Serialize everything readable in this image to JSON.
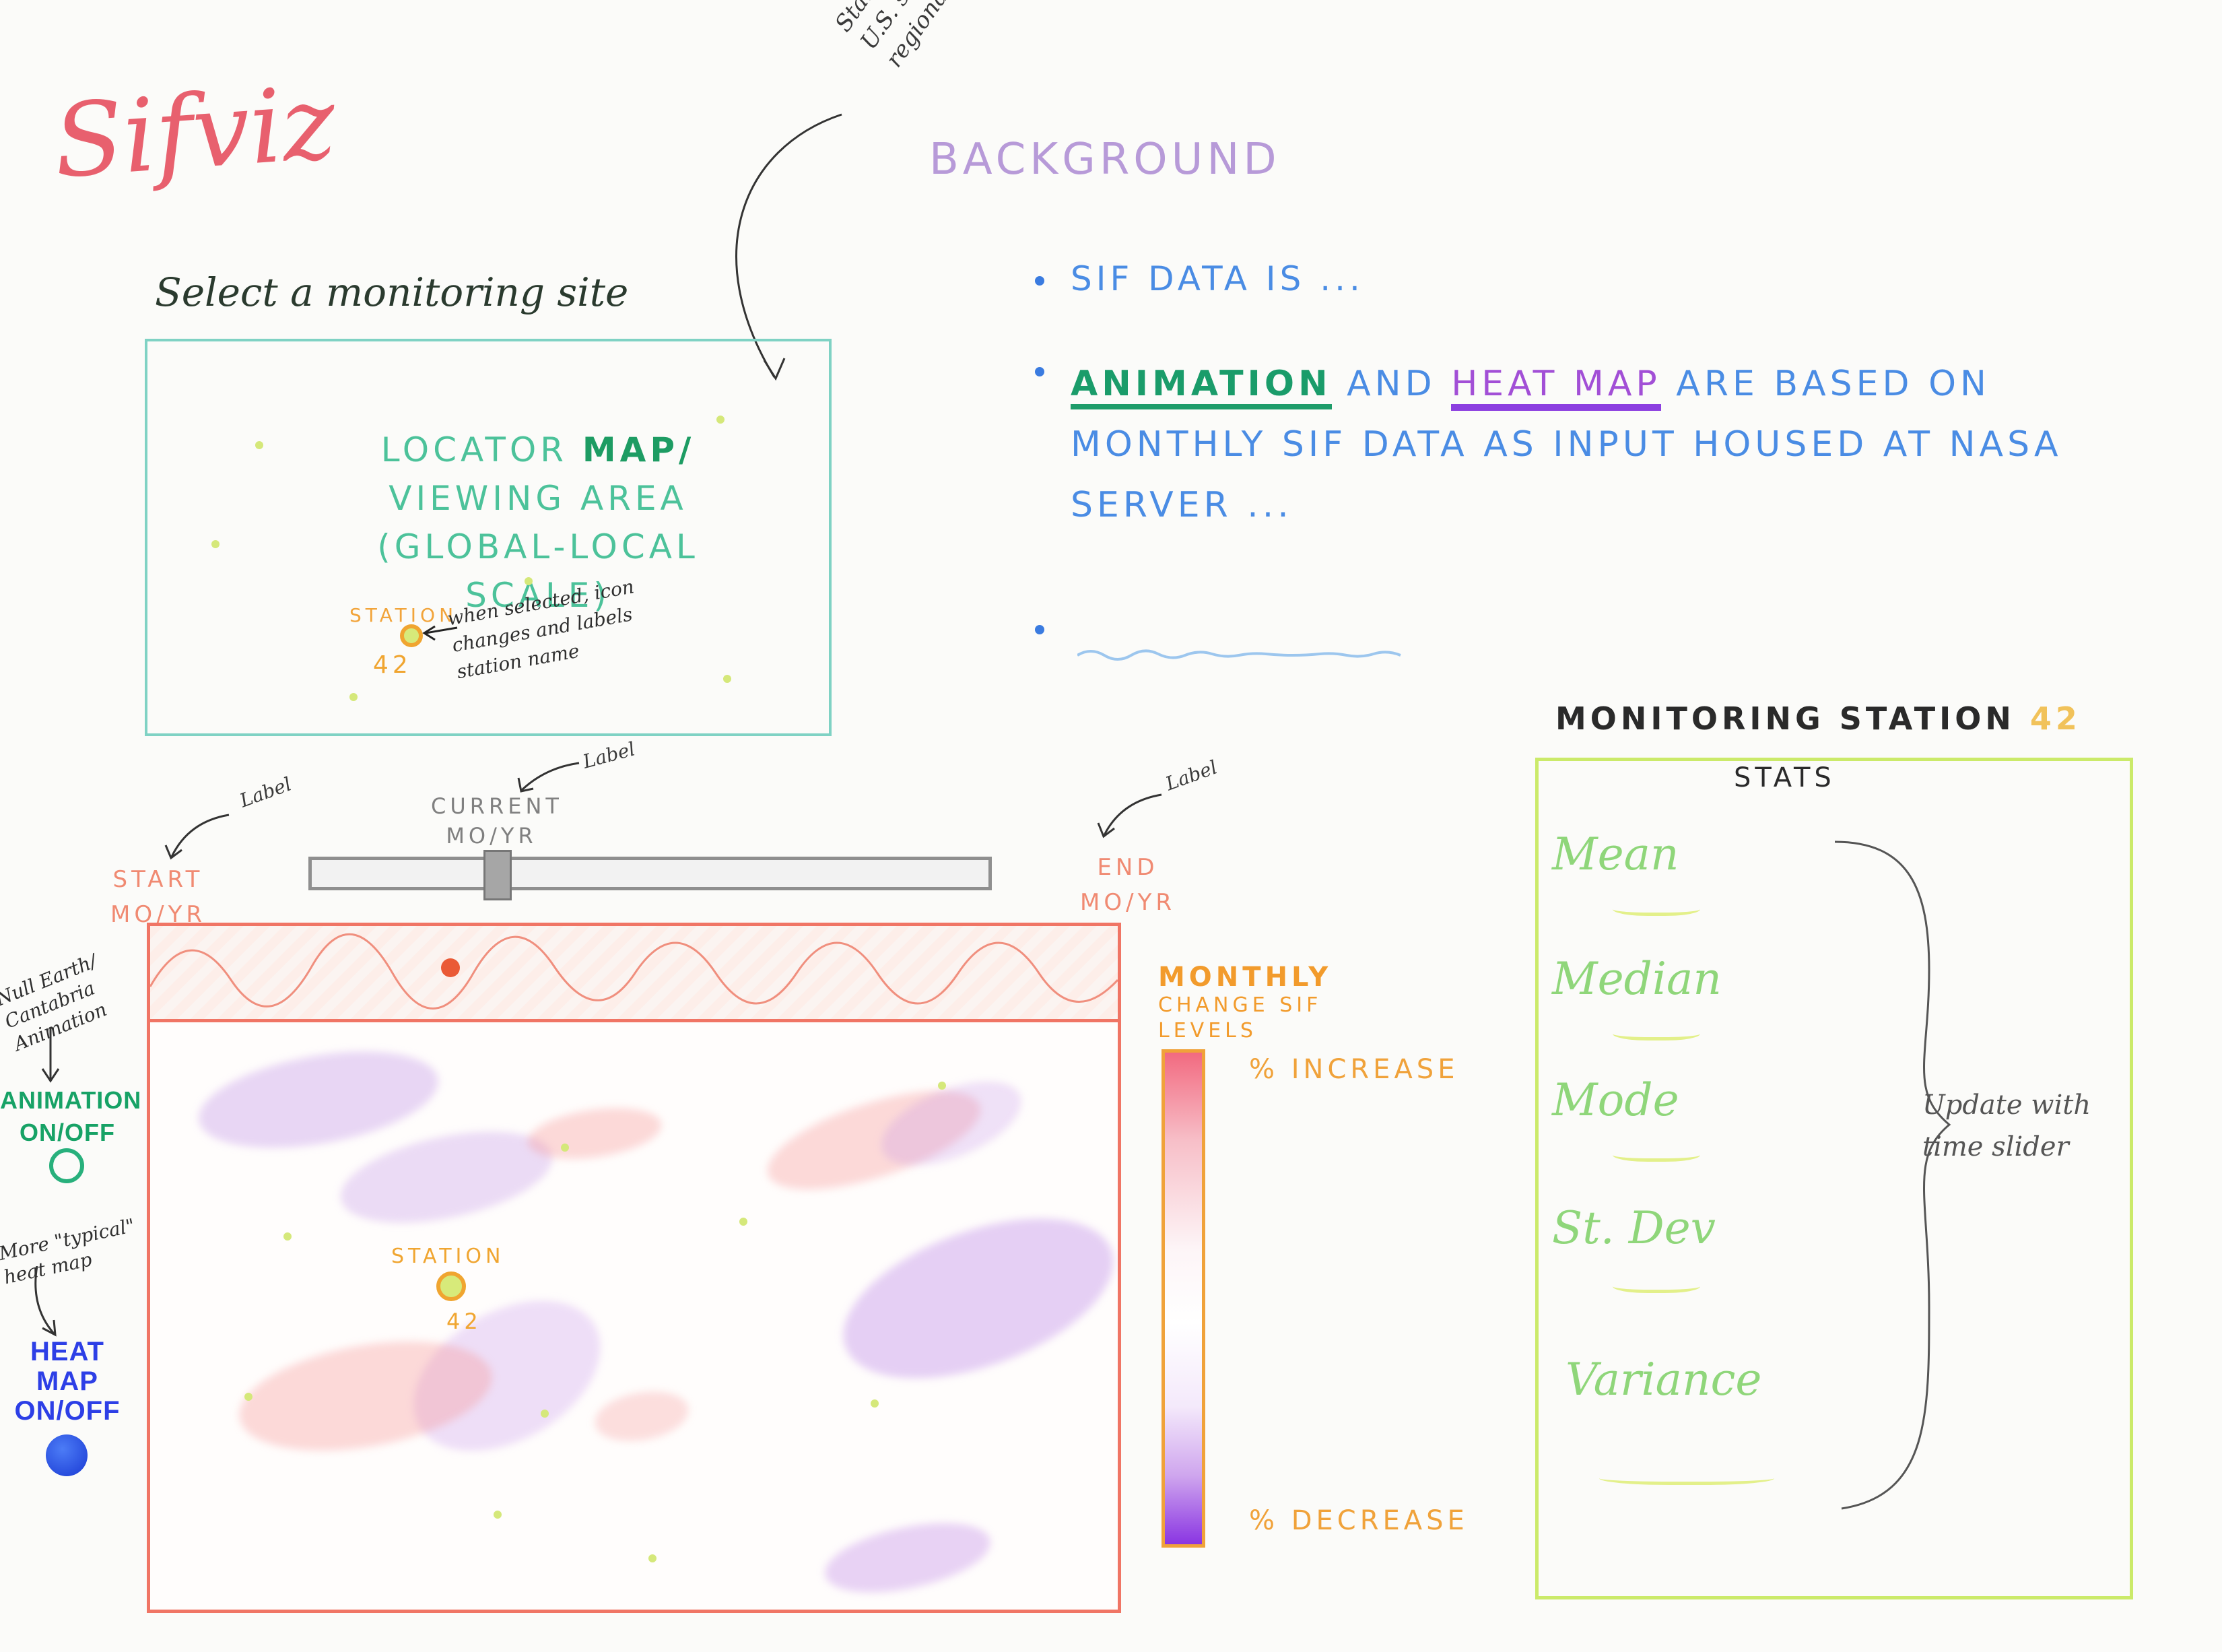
{
  "app": {
    "title": "Sifviz"
  },
  "background": {
    "heading": "BACKGROUND",
    "note": "Starts at continental U.S. scale. Zooms in to regional / local scale",
    "bullet1": "SIF DATA IS ...",
    "bullet2_kw_animation": "ANIMATION",
    "bullet2_and": " AND ",
    "bullet2_kw_heatmap": "HEAT MAP",
    "bullet2_rest": " ARE BASED ON MONTHLY SIF DATA AS INPUT HOUSED AT NASA SERVER ..."
  },
  "locator": {
    "heading": "Select a monitoring site",
    "label_pre": "LOCATOR ",
    "label_map": "MAP/",
    "label_post": " VIEWING AREA (GLOBAL-LOCAL SCALE)",
    "station_label": "STATION",
    "station_id": "42",
    "note": "when selected, icon changes and labels station name"
  },
  "slider": {
    "start_label": "START MO/YR",
    "current_label": "CURRENT MO/YR",
    "end_label": "END MO/YR",
    "annotation": "Label"
  },
  "viewer": {
    "station_label": "STATION",
    "station_id": "42"
  },
  "controls": {
    "animation_note": "Null Earth/ Cantabria Animation",
    "animation_label": "ANIMATION ON/OFF",
    "heatmap_note": "More \"typical\" heat map",
    "heatmap_label": "HEAT MAP ON/OFF"
  },
  "legend": {
    "title": "MONTHLY",
    "subtitle": "CHANGE SIF LEVELS",
    "high_label": "% INCREASE",
    "low_label": "% DECREASE",
    "colors": {
      "high": "#f26a80",
      "mid": "#ffffff",
      "low": "#8a35e2"
    }
  },
  "stats": {
    "heading": "MONITORING STATION",
    "station_id": "42",
    "subheading": "STATS",
    "items": [
      {
        "label": "Mean"
      },
      {
        "label": "Median"
      },
      {
        "label": "Mode"
      },
      {
        "label": "St. Dev"
      },
      {
        "label": "Variance"
      }
    ],
    "note": "Update with time slider"
  }
}
